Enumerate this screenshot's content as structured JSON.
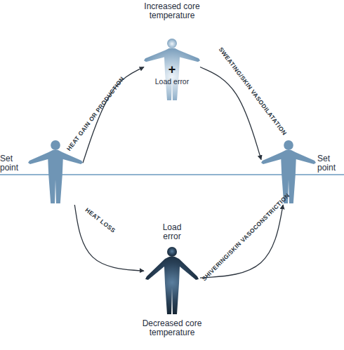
{
  "diagram": {
    "nodes": [
      {
        "text": [
          "Increased core temperature",
          "+",
          "Load error"
        ]
      },
      {
        "text": [
          "Set point"
        ]
      },
      {
        "text": [
          "Set point"
        ]
      },
      {
        "text": [
          "Load error",
          "Decreased core temperature"
        ]
      }
    ],
    "edges": [
      {
        "from": 1,
        "to": 0,
        "label": "HEAT GAIN OR PRODUCTION",
        "arrow": "to"
      },
      {
        "from": 0,
        "to": 2,
        "label": "SWEATING/SKIN VASODILATATION",
        "arrow": "to"
      },
      {
        "from": 1,
        "to": 3,
        "label": "HEAT LOSS",
        "arrow": "to"
      },
      {
        "from": 3,
        "to": 2,
        "label": "SHIVERING/SKIN VASOCONSTRICTION",
        "arrow": "to"
      }
    ]
  }
}
